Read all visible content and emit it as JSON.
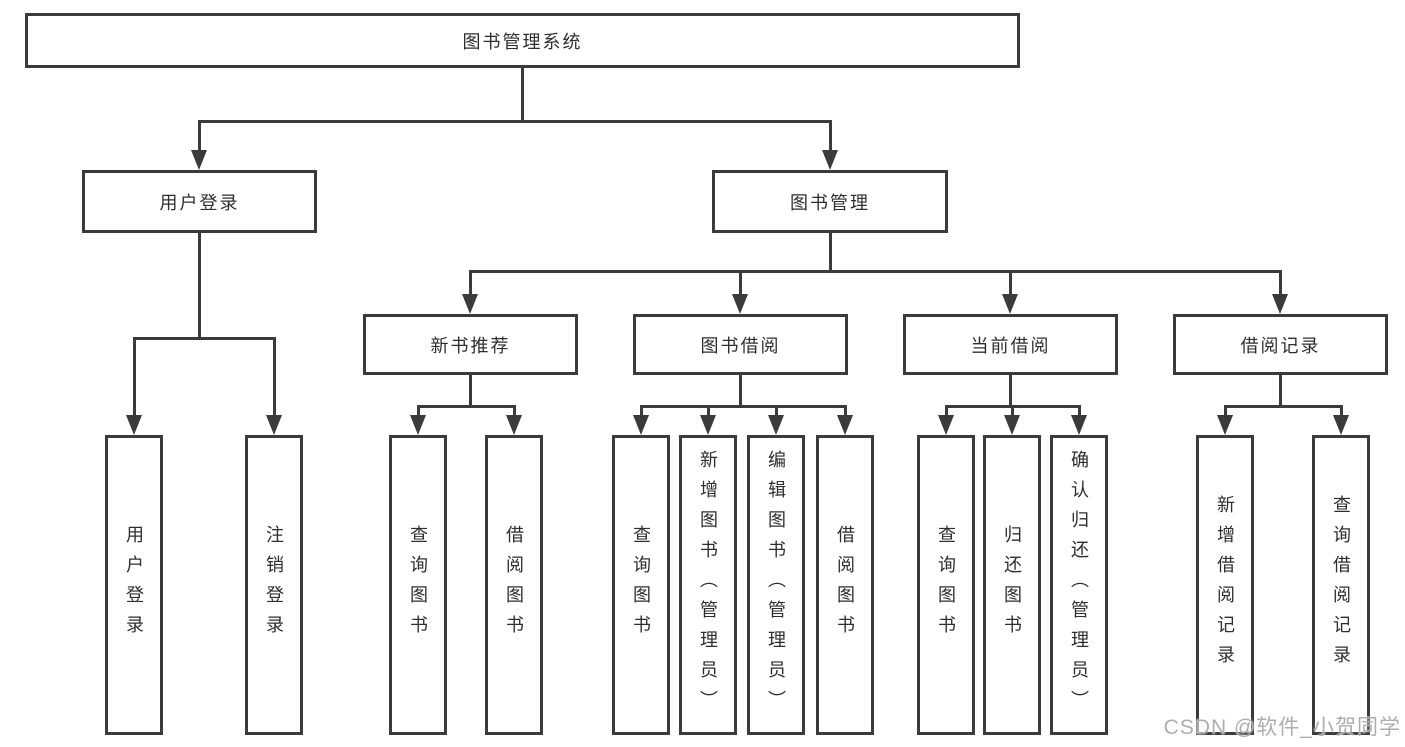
{
  "diagram": {
    "type": "hierarchy-tree",
    "root": {
      "label": "图书管理系统",
      "children": [
        {
          "label": "用户登录",
          "children": [
            {
              "label": "用户登录"
            },
            {
              "label": "注销登录"
            }
          ]
        },
        {
          "label": "图书管理",
          "children": [
            {
              "label": "新书推荐",
              "children": [
                {
                  "label": "查询图书"
                },
                {
                  "label": "借阅图书"
                }
              ]
            },
            {
              "label": "图书借阅",
              "children": [
                {
                  "label": "查询图书"
                },
                {
                  "label": "新增图书（管理员）"
                },
                {
                  "label": "编辑图书（管理员）"
                },
                {
                  "label": "借阅图书"
                }
              ]
            },
            {
              "label": "当前借阅",
              "children": [
                {
                  "label": "查询图书"
                },
                {
                  "label": "归还图书"
                },
                {
                  "label": "确认归还（管理员）"
                }
              ]
            },
            {
              "label": "借阅记录",
              "children": [
                {
                  "label": "新增借阅记录"
                },
                {
                  "label": "查询借阅记录"
                }
              ]
            }
          ]
        }
      ]
    }
  },
  "watermark": {
    "text": "CSDN @软件_小贺同学"
  },
  "colors": {
    "line": "#3b3b3b",
    "border": "#3b3b3b",
    "text": "#2e2e2e",
    "watermark": "#aeaeae",
    "background": "#ffffff"
  }
}
